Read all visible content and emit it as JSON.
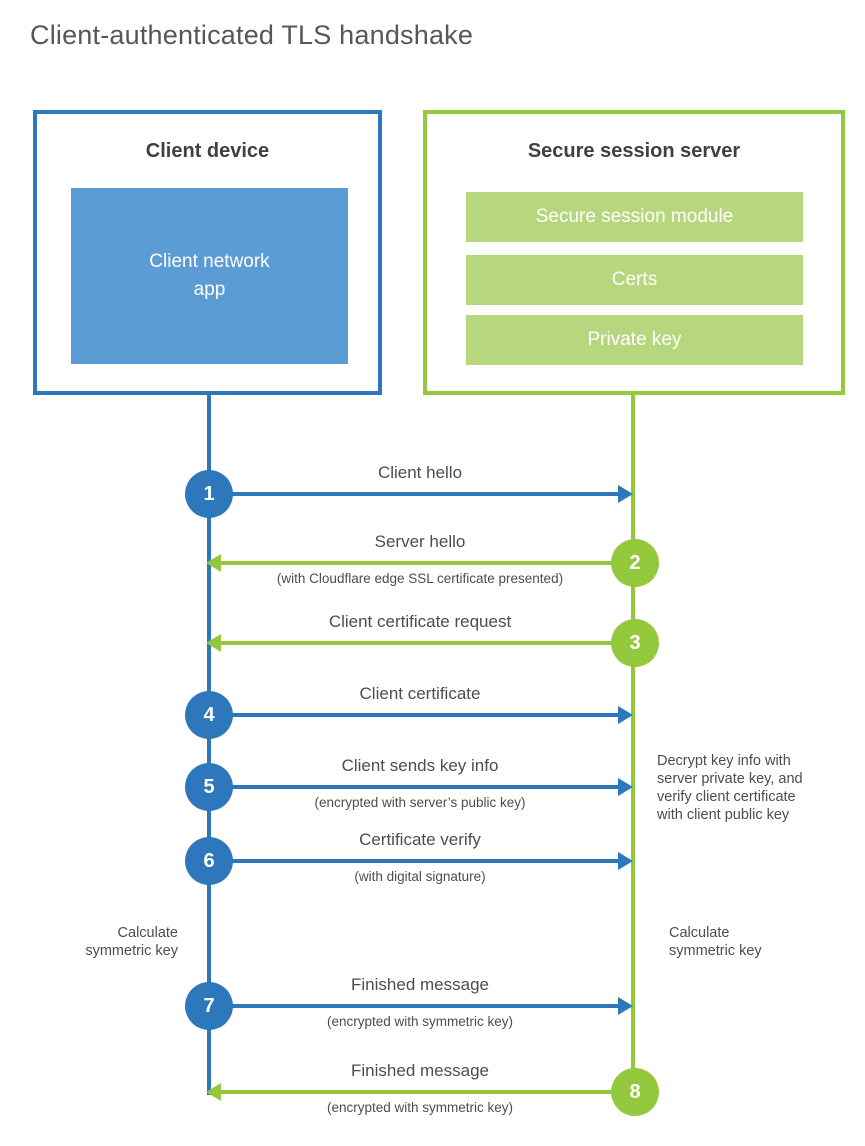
{
  "title": "Client-authenticated TLS handshake",
  "colors": {
    "blue": "#2e77bd",
    "blue_light": "#5c9cd5",
    "green": "#94c83d",
    "green_light": "#b6d77e",
    "text": "#4d4d4f",
    "heading": "#3f4042"
  },
  "client_box": {
    "header": "Client device",
    "app_label": "Client network\napp"
  },
  "server_box": {
    "header": "Secure session server",
    "modules": [
      "Secure session module",
      "Certs",
      "Private key"
    ]
  },
  "steps": [
    {
      "num": "1",
      "label": "Client hello",
      "sub": "",
      "from": "client",
      "to": "server"
    },
    {
      "num": "2",
      "label": "Server hello",
      "sub": "(with Cloudflare edge SSL certificate presented)",
      "from": "server",
      "to": "client"
    },
    {
      "num": "3",
      "label": "Client certificate request",
      "sub": "",
      "from": "server",
      "to": "client"
    },
    {
      "num": "4",
      "label": "Client certificate",
      "sub": "",
      "from": "client",
      "to": "server"
    },
    {
      "num": "5",
      "label": "Client sends key info",
      "sub": "(encrypted with server’s public key)",
      "from": "client",
      "to": "server"
    },
    {
      "num": "6",
      "label": "Certificate verify",
      "sub": "(with digital signature)",
      "from": "client",
      "to": "server"
    },
    {
      "num": "7",
      "label": "Finished message",
      "sub": "(encrypted with symmetric key)",
      "from": "client",
      "to": "server"
    },
    {
      "num": "8",
      "label": "Finished message",
      "sub": "(encrypted with symmetric key)",
      "from": "server",
      "to": "client"
    }
  ],
  "notes": {
    "decrypt": "Decrypt key info with\nserver private key, and\nverify client certificate\nwith client public key",
    "calc_left": "Calculate\nsymmetric key",
    "calc_right": "Calculate\nsymmetric key"
  }
}
